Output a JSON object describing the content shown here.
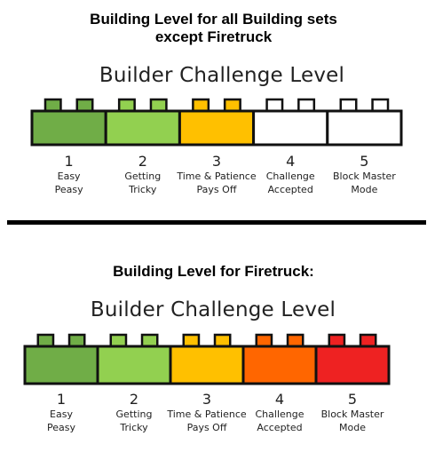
{
  "section1": {
    "heading": [
      "Building Level for all Building sets",
      "except Firetruck"
    ],
    "title": "Builder Challenge Level",
    "levels": [
      {
        "number": "1",
        "line1": "Easy",
        "line2": "Peasy",
        "color": "#70AD47"
      },
      {
        "number": "2",
        "line1": "Getting",
        "line2": "Tricky",
        "color": "#92D050"
      },
      {
        "number": "3",
        "line1": "Time & Patience",
        "line2": "Pays Off",
        "color": "#FFC000"
      },
      {
        "number": "4",
        "line1": "Challenge",
        "line2": "Accepted",
        "color": "#FFFFFF"
      },
      {
        "number": "5",
        "line1": "Block Master",
        "line2": "Mode",
        "color": "#FFFFFF"
      }
    ]
  },
  "section2": {
    "heading": [
      "Building Level for Firetruck:"
    ],
    "title": "Builder Challenge Level",
    "levels": [
      {
        "number": "1",
        "line1": "Easy",
        "line2": "Peasy",
        "color": "#70AD47"
      },
      {
        "number": "2",
        "line1": "Getting",
        "line2": "Tricky",
        "color": "#92D050"
      },
      {
        "number": "3",
        "line1": "Time & Patience",
        "line2": "Pays Off",
        "color": "#FFC000"
      },
      {
        "number": "4",
        "line1": "Challenge",
        "line2": "Accepted",
        "color": "#FF6600"
      },
      {
        "number": "5",
        "line1": "Block Master",
        "line2": "Mode",
        "color": "#EE2222"
      }
    ]
  }
}
